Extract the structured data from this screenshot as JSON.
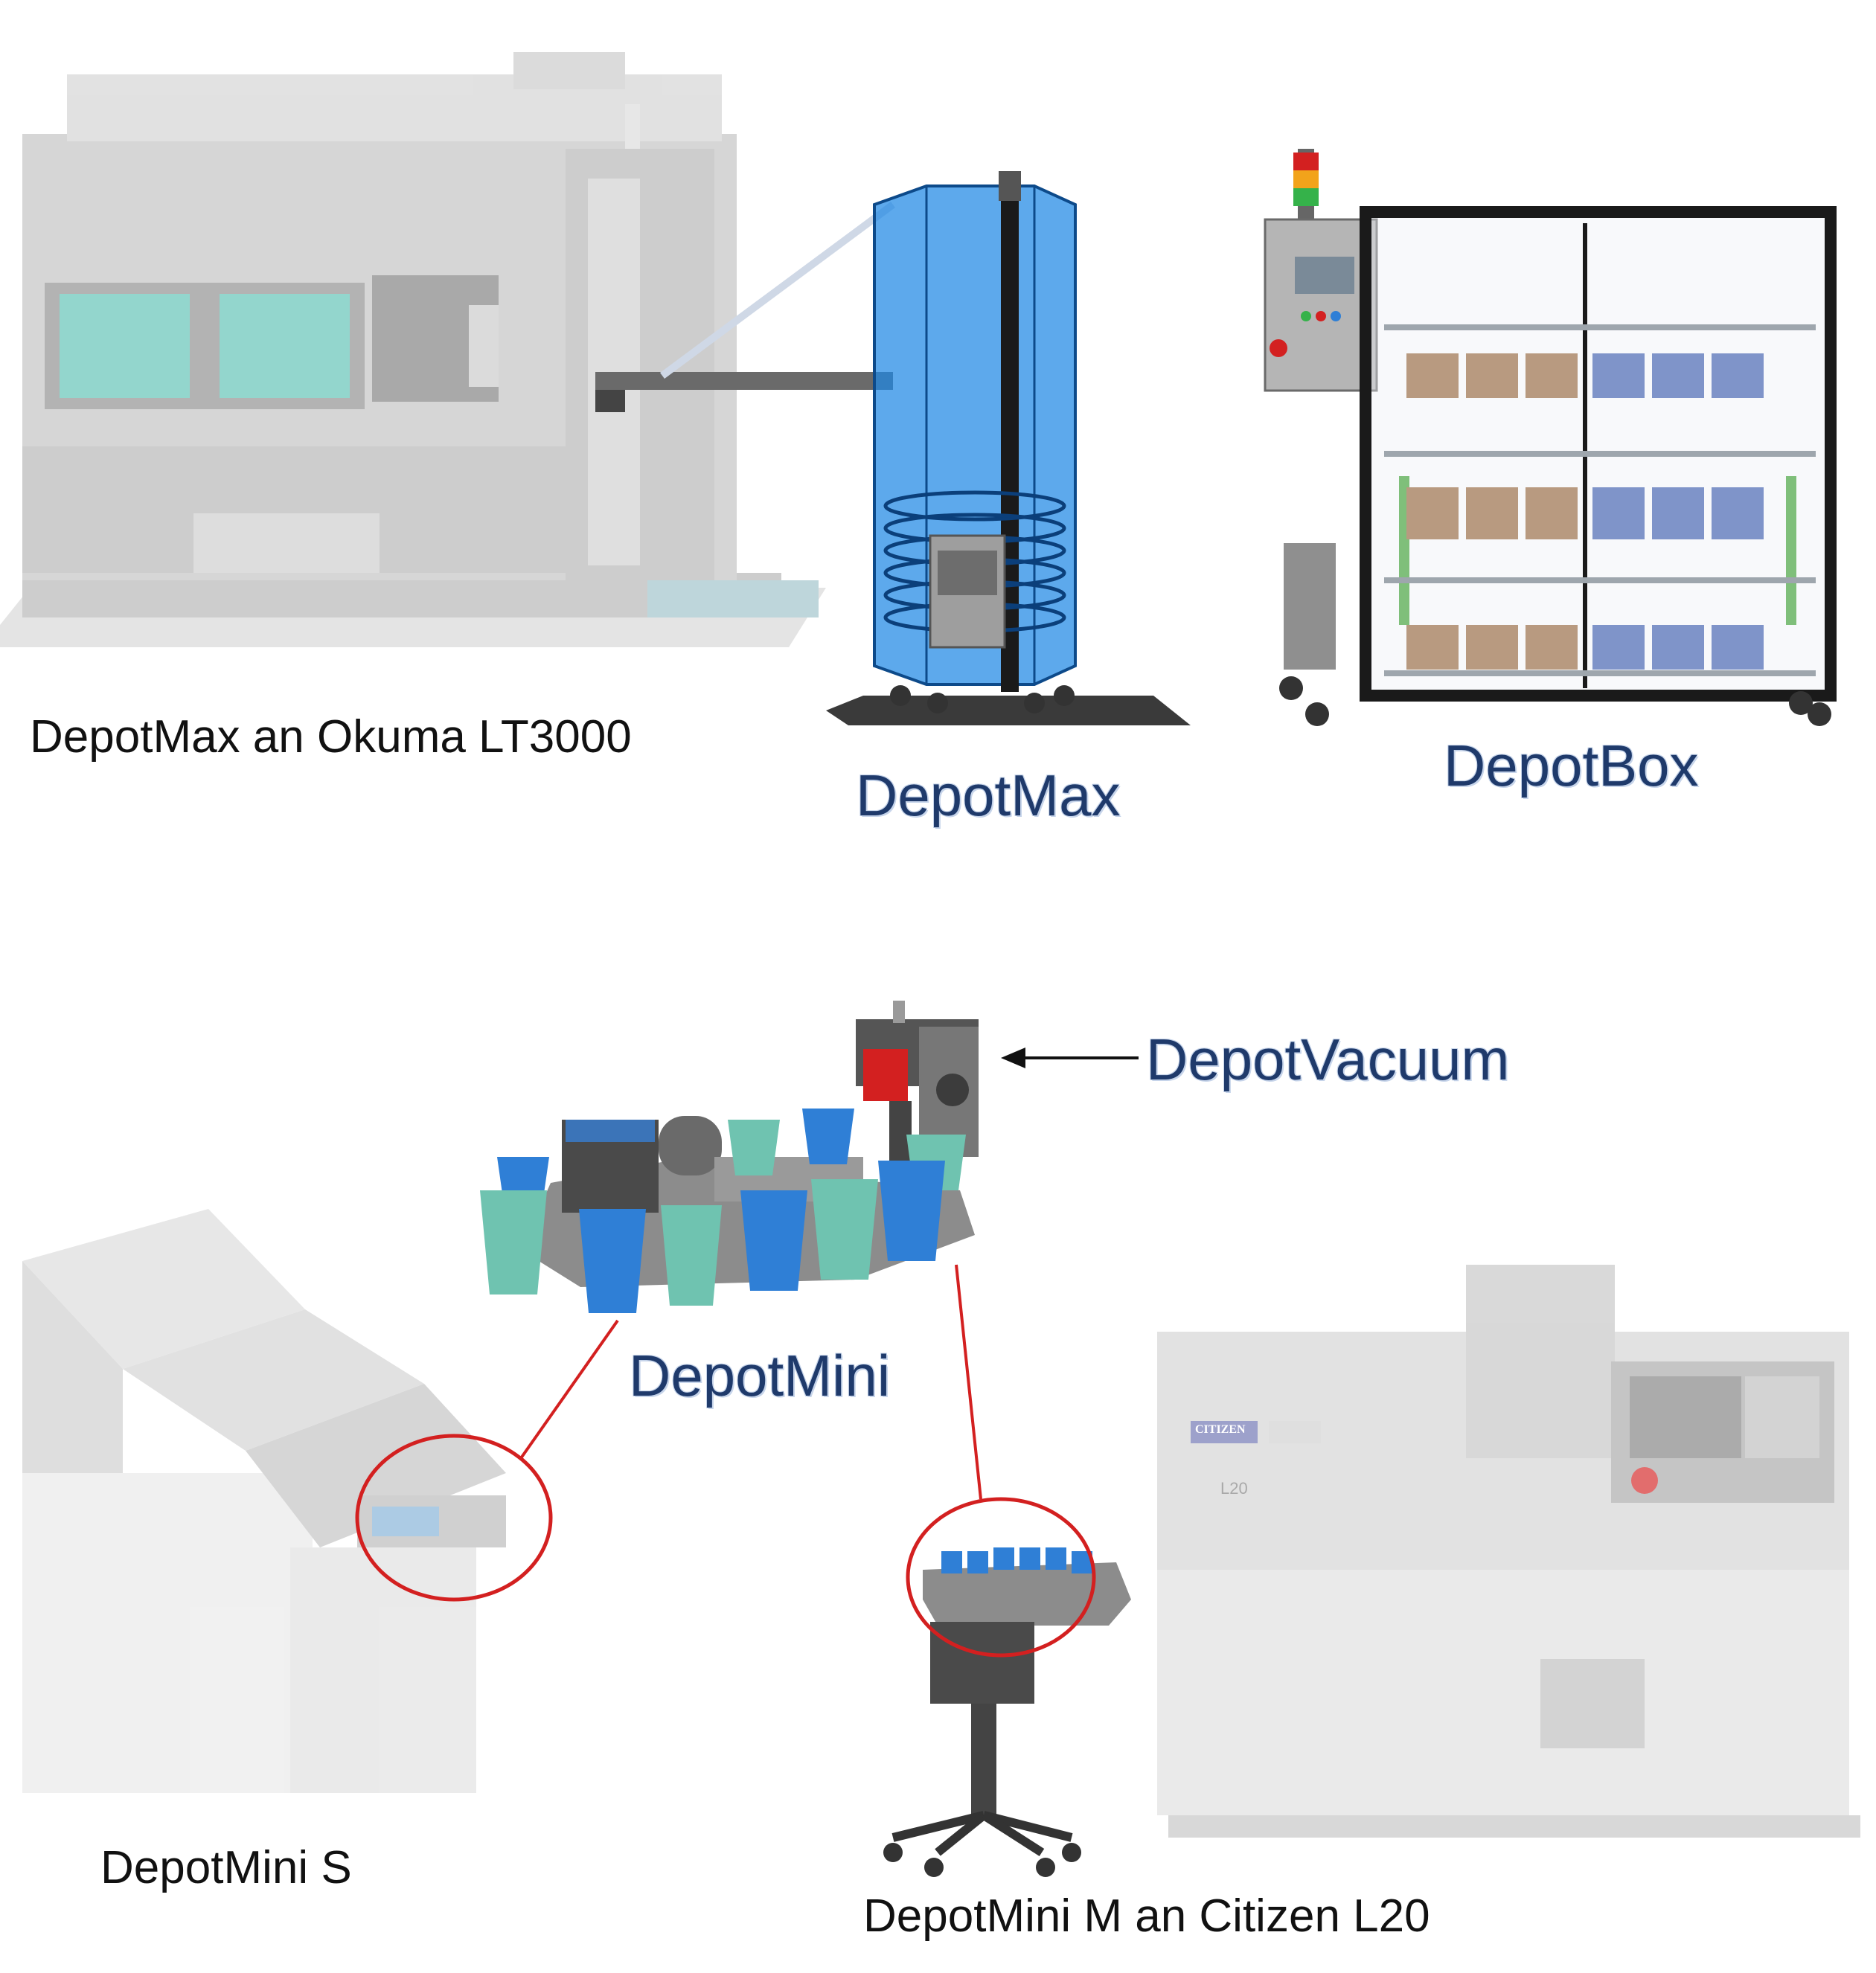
{
  "labels": {
    "depotmax_machine": "DepotMax an Okuma LT3000",
    "depotmax": "DepotMax",
    "depotbox": "DepotBox",
    "depotvacuum": "DepotVacuum",
    "depotmini": "DepotMini",
    "depotmini_s": "DepotMini S",
    "depotmini_m_machine": "DepotMini M an Citizen L20"
  },
  "machine_labels": {
    "citizen_badge": "CITIZEN",
    "citizen_model": "L20"
  },
  "colors": {
    "brand_text": "#1f3a6b",
    "depotmax_blue": "#1e88e5",
    "cup_blue": "#2f7fd6",
    "cup_teal": "#6fc3b0",
    "highlight_red": "#d32020",
    "machine_gray": "#c8c8c8",
    "frame_black": "#1a1a1a"
  },
  "icons": {
    "depotvacuum_pointer": "arrow-left-icon",
    "depotmini_s_callout": "red-circle-highlight",
    "depotmini_m_callout": "red-circle-highlight"
  }
}
